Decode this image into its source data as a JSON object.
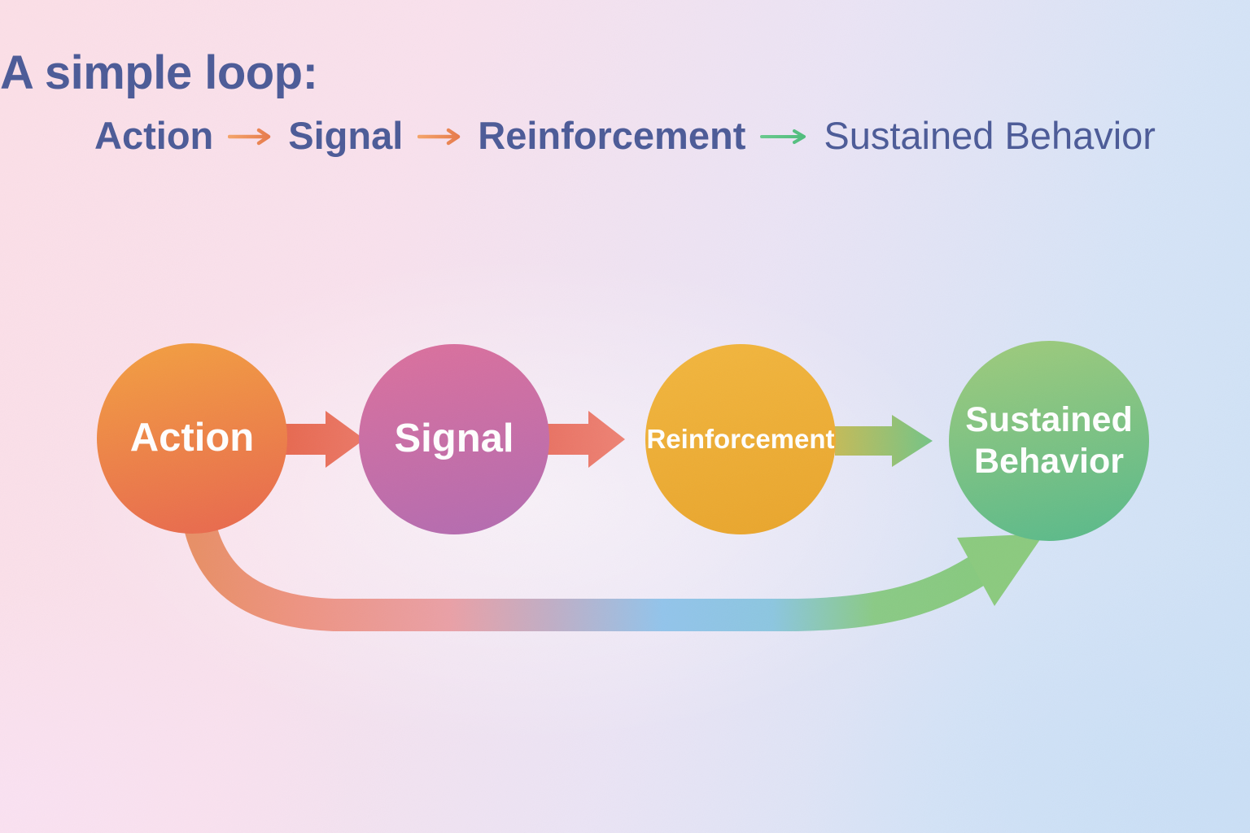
{
  "title": {
    "text": "A simple loop:",
    "color": "#4b5a97"
  },
  "equation": {
    "color": "#4b5a97",
    "terms": {
      "action": "Action",
      "signal": "Signal",
      "reinforcement": "Reinforcement",
      "sustained": "Sustained Behavior"
    },
    "arrow_orange_start": "#f5a368",
    "arrow_orange_end": "#e87b4b",
    "arrow_green_start": "#67c98d",
    "arrow_green_end": "#4fbd7c"
  },
  "nodes": [
    {
      "id": "action",
      "label": "Action",
      "gradient_top": "#f3a040",
      "gradient_bottom": "#e8664e",
      "text_color": "#ffffff"
    },
    {
      "id": "signal",
      "label": "Signal",
      "gradient_top": "#dc709c",
      "gradient_bottom": "#b26bb1",
      "text_color": "#ffffff"
    },
    {
      "id": "reinforcement",
      "label": "Reinforcement",
      "gradient_top": "#f2b63e",
      "gradient_bottom": "#e9a52c",
      "text_color": "#ffffff"
    },
    {
      "id": "sustained_behavior",
      "label": "Sustained Behavior",
      "gradient_top": "#a0cb7b",
      "gradient_bottom": "#57b98b",
      "text_color": "#ffffff"
    }
  ],
  "connectors": [
    {
      "from": "action",
      "to": "signal",
      "color_start": "#e7684f",
      "color_end": "#eb7867"
    },
    {
      "from": "signal",
      "to": "reinforcement",
      "color_start": "#e97263",
      "color_end": "#ee8274"
    },
    {
      "from": "reinforcement",
      "to": "sustained_behavior",
      "color_start": "#c4bb58",
      "color_end": "#74c486"
    }
  ],
  "feedback_loop": {
    "from": "action",
    "to": "sustained_behavior",
    "gradient": {
      "s0": "#e88f66",
      "s1": "#ee9381",
      "s2": "#eaa0a6",
      "s3": "#c0aec6",
      "s4": "#92c4eb",
      "s5": "#8cc6e0",
      "s6": "#8aca85",
      "s7": "#85c97a"
    },
    "arrowhead_color": "#8bca7e"
  },
  "background": {
    "top_left": "#fcdfe7",
    "top_right": "#e9e6f6",
    "bottom_left": "#f8e3f3",
    "bottom_right": "#cde1f6"
  }
}
